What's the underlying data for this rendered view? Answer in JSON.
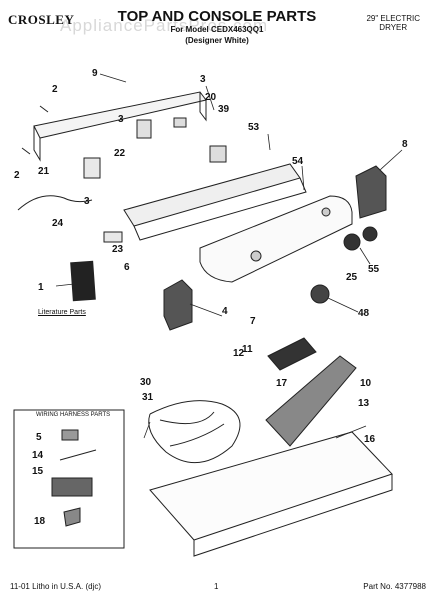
{
  "header": {
    "brand": "CROSLEY",
    "title": "TOP AND CONSOLE PARTS",
    "model_line": "For Model CEDX463QQ1",
    "color_line": "(Designer White)",
    "dryer_type_line1": "29\" ELECTRIC",
    "dryer_type_line2": "DRYER",
    "watermark": "AppliancePartsPros.com"
  },
  "labels": {
    "literature": "Literature Parts",
    "wiring_harness": "WIRING HARNESS PARTS"
  },
  "footer": {
    "litho": "11-01 Litho in U.S.A. (djc)",
    "page": "1",
    "part_no": "Part No. 4377988"
  },
  "callouts": [
    "9",
    "3",
    "20",
    "39",
    "2",
    "3",
    "53",
    "8",
    "22",
    "21",
    "2",
    "54",
    "3",
    "24",
    "23",
    "6",
    "25",
    "55",
    "1",
    "4",
    "48",
    "7",
    "11",
    "12",
    "17",
    "10",
    "30",
    "31",
    "13",
    "16",
    "5",
    "14",
    "15",
    "18"
  ]
}
